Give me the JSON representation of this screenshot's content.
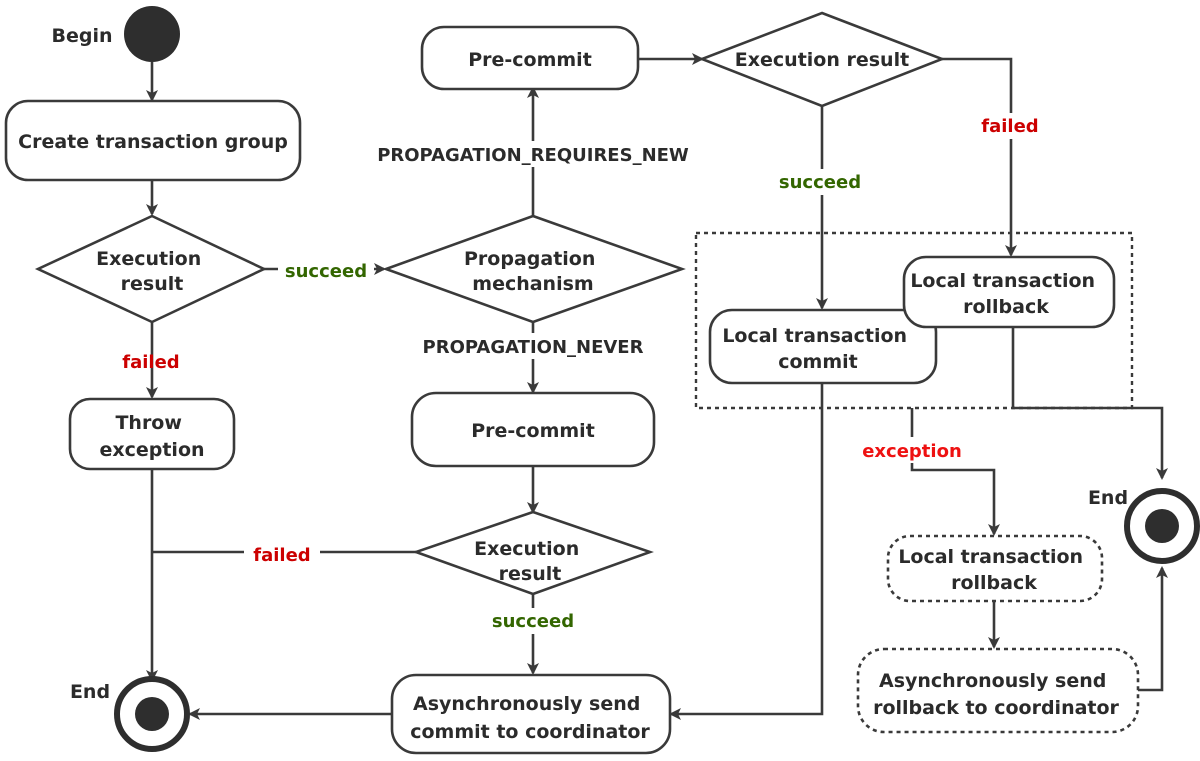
{
  "nodes": {
    "begin_label": "Begin",
    "create_group": "Create transaction group",
    "exec_result_1": [
      "Execution",
      "result"
    ],
    "throw_exception": [
      "Throw",
      "exception"
    ],
    "propagation_mechanism": [
      "Propagation",
      "mechanism"
    ],
    "precommit_top": "Pre-commit",
    "exec_result_top": "Execution result",
    "precommit_mid": "Pre-commit",
    "exec_result_mid": [
      "Execution",
      "result"
    ],
    "local_commit": [
      "Local transaction",
      "commit"
    ],
    "local_rollback_box": [
      "Local transaction",
      "rollback"
    ],
    "local_rollback_dashed": [
      "Local transaction",
      "rollback"
    ],
    "async_commit": [
      "Asynchronously send",
      "commit to coordinator"
    ],
    "async_rollback": [
      "Asynchronously send",
      "rollback to coordinator"
    ],
    "end_left_label": "End",
    "end_right_label": "End"
  },
  "edges": {
    "succeed_1": "succeed",
    "failed_1": "failed",
    "requires_new": "PROPAGATION_REQUIRES_NEW",
    "never": "PROPAGATION_NEVER",
    "succeed_top": "succeed",
    "failed_top": "failed",
    "failed_mid": "failed",
    "succeed_mid": "succeed",
    "exception": "exception"
  },
  "colors": {
    "succeed": "#336600",
    "failed": "#cc0000",
    "exception": "#ee1111",
    "neutral": "#2b2b2b"
  }
}
